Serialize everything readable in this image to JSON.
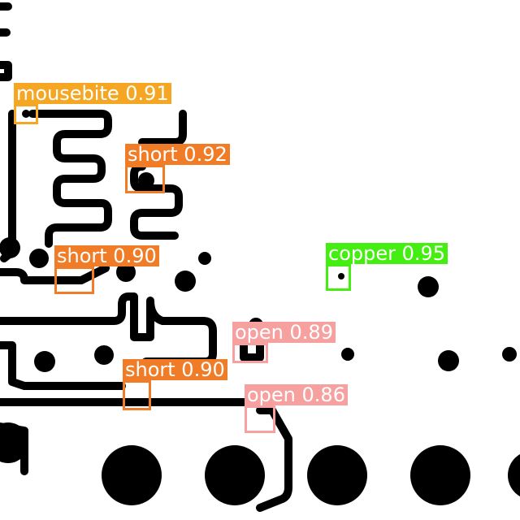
{
  "image": {
    "content": "pcb_defect_detection",
    "background": "#ffffff",
    "trace_color": "#000000"
  },
  "class_colors": {
    "mousebite": "#f5a623",
    "short": "#f07c28",
    "copper": "#44ee11",
    "open": "#f7a0a0"
  },
  "detections": [
    {
      "label": "mousebite 0.91",
      "class": "mousebite",
      "score": 0.91
    },
    {
      "label": "short 0.92",
      "class": "short",
      "score": 0.92
    },
    {
      "label": "short 0.90",
      "class": "short",
      "score": 0.9
    },
    {
      "label": "copper 0.95",
      "class": "copper",
      "score": 0.95
    },
    {
      "label": "open 0.89",
      "class": "open",
      "score": 0.89
    },
    {
      "label": "short 0.90",
      "class": "short",
      "score": 0.9
    },
    {
      "label": "open 0.86",
      "class": "open",
      "score": 0.86
    }
  ]
}
